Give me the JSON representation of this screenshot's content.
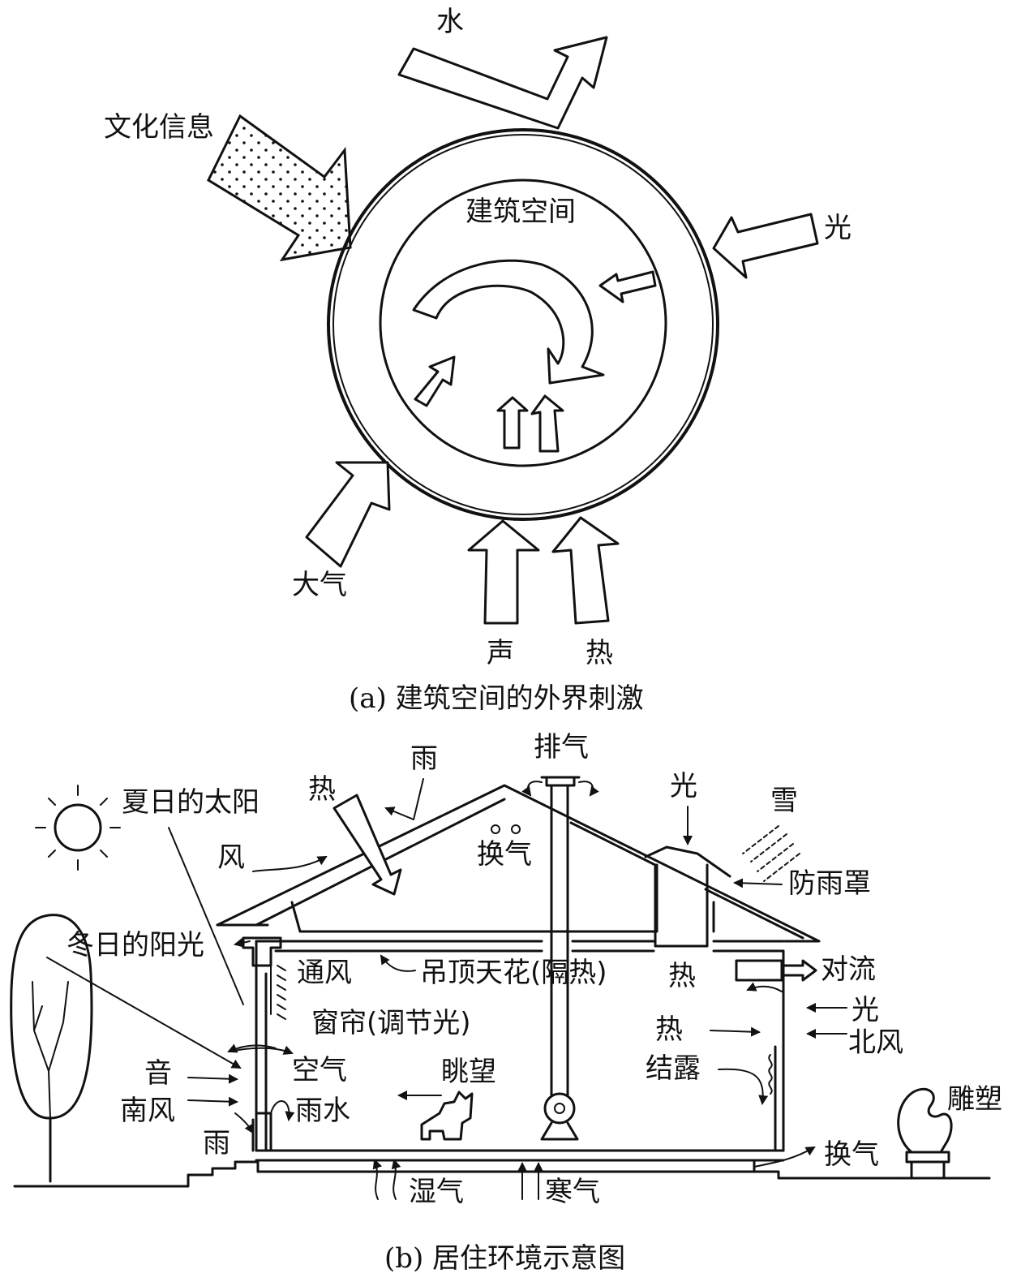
{
  "figure_a": {
    "center_label": "建筑空间",
    "labels": {
      "water": "水",
      "culture": "文化信息",
      "light": "光",
      "atmosphere": "大气",
      "sound": "声",
      "heat": "热"
    },
    "caption": "(a) 建筑空间的外界刺激"
  },
  "figure_b": {
    "labels": {
      "exhaust": "排气",
      "rain_top": "雨",
      "heat_top": "热",
      "summer_sun": "夏日的太阳",
      "light_top": "光",
      "snow": "雪",
      "wind": "风",
      "ventilation_attic": "换气",
      "rain_cover": "防雨罩",
      "winter_sun": "冬日的阳光",
      "ceiling": "吊顶天花(隔热)",
      "convection": "对流",
      "airflow": "通风",
      "heat_mid": "热",
      "curtain": "窗帘(调节光)",
      "light_side": "光",
      "heat_room": "热",
      "north_wind": "北风",
      "sound": "音",
      "air": "空气",
      "condensation": "结露",
      "view": "眺望",
      "south_wind": "南风",
      "rainwater": "雨水",
      "sculpture": "雕塑",
      "rain_ground": "雨",
      "ventilation_ground": "换气",
      "humidity": "湿气",
      "cold_air": "寒气"
    },
    "caption": "(b) 居住环境示意图"
  }
}
